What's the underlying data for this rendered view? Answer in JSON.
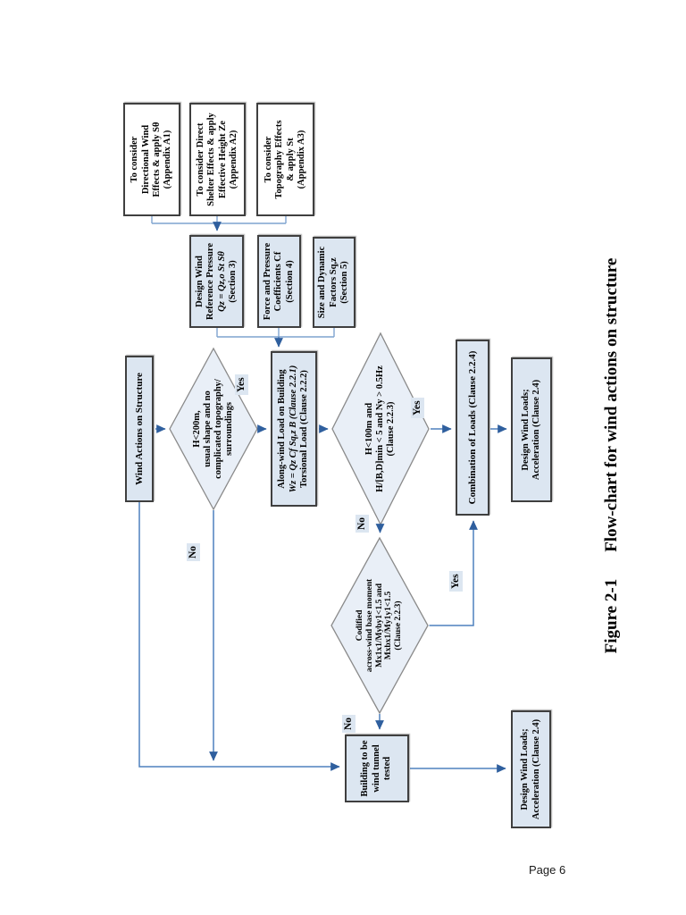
{
  "page": {
    "caption_label": "Figure 2-1",
    "caption_title": "Flow-chart for wind actions on structure",
    "page_number": "Page 6"
  },
  "colors": {
    "box_fill": "#dce6f1",
    "appendix_fill": "#ffffff",
    "diamond_fill": "#e9eff7",
    "diamond_border": "#8a8a8a",
    "box_border": "#3f3f3f",
    "connector_blue": "#4f81bd",
    "arrowhead_blue": "#2f5f9e",
    "text": "#000000"
  },
  "nodes": {
    "wind_actions": {
      "label": "Wind Actions on Structure"
    },
    "decision_h200": {
      "line1": "H<200m,",
      "line2": "usual shape and no",
      "line3": "complicated topography/",
      "line4": "surroundings"
    },
    "along_wind": {
      "line1": "Along-wind Load on Building",
      "line2": "Wz = Qz Cf Sq,z B (Clause 2.2.1)",
      "line3": "Torsional Load (Clause 2.2.2)"
    },
    "decision_h100": {
      "line1": "H<100m and",
      "line2": "H/[B,D]min < 5 and Ny > 0.5Hz",
      "line3": "(Clause 2.2.3)"
    },
    "combination": {
      "label": "Combination of Loads (Clause 2.2.4)"
    },
    "design_loads_top": {
      "line1": "Design Wind Loads;",
      "line2": "Acceleration (Clause 2.4)"
    },
    "decision_crosswind": {
      "line1": "Codified",
      "line2": "across-wind base moment",
      "line3": "Mx1x1/Myby1<1.5 and",
      "line4": "Mxbx1/My1y1<1.5",
      "line5": "(Clause 2.2.3)"
    },
    "wind_tunnel": {
      "line1": "Building to be",
      "line2": "wind tunnel",
      "line3": "tested"
    },
    "design_loads_bottom": {
      "line1": "Design Wind Loads;",
      "line2": "Acceleration (Clause 2.4)"
    },
    "appendix_a1": {
      "line1": "To consider",
      "line2": "Directional Wind",
      "line3": "Effects & apply Sθ",
      "line4": "(Appendix A1)"
    },
    "appendix_a2": {
      "line1": "To consider Direct",
      "line2": "Shelter Effects & apply",
      "line3": "Effective Height Ze",
      "line4": "(Appendix A2)"
    },
    "appendix_a3": {
      "line1": "To consider",
      "line2": "Topography Effects",
      "line3": "& apply St",
      "line4": "(Appendix A3)"
    },
    "design_pressure": {
      "line1": "Design Wind",
      "line2": "Reference Pressure",
      "line3": "Qz = Qz,o St Sθ",
      "line4": "(Section 3)"
    },
    "force_coeff": {
      "line1": "Force and Pressure",
      "line2": "Coefficients Cf",
      "line3": "(Section 4)"
    },
    "size_dynamic": {
      "line1": "Size and Dynamic",
      "line2": "Factors Sq,z",
      "line3": "(Section 5)"
    }
  },
  "edge_labels": {
    "yes1": "Yes",
    "yes2": "Yes",
    "yes3": "Yes",
    "no1": "No",
    "no2": "No",
    "no3": "No"
  }
}
